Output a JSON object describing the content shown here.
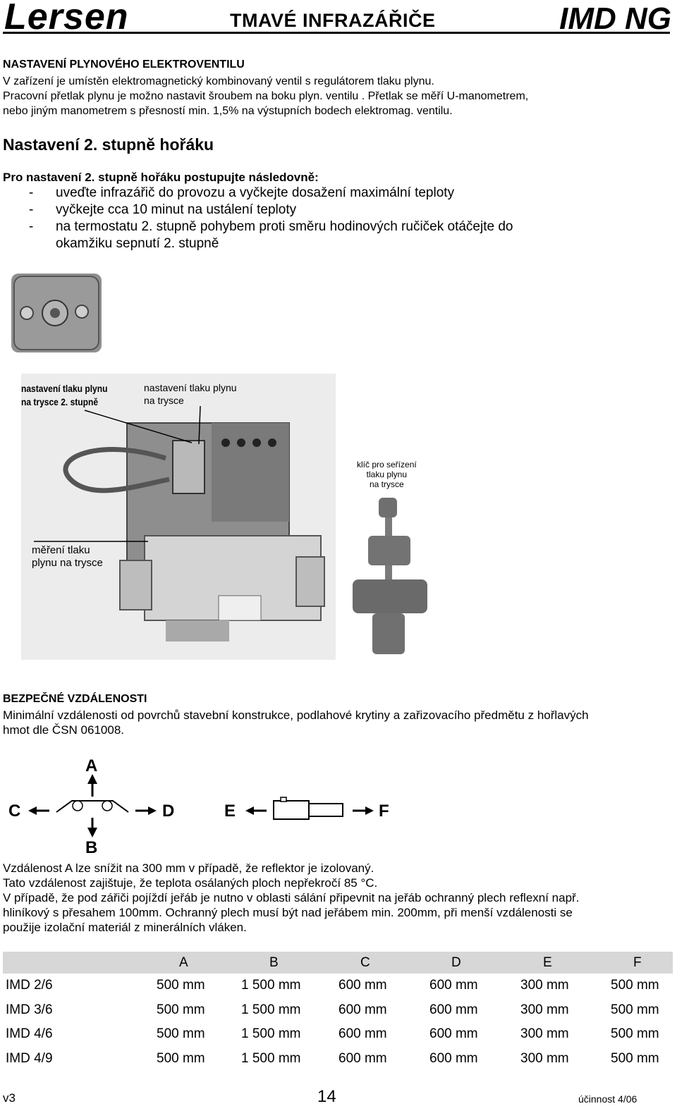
{
  "header": {
    "brand": "Lersen",
    "document_title": "TMAVÉ INFRAZÁŘIČE",
    "product": "IMD NG"
  },
  "gas_valve": {
    "heading": "NASTAVENÍ PLYNOVÉHO ELEKTROVENTILU",
    "lines": [
      "V zařízení je umístěn elektromagnetický kombinovaný ventil s regulátorem tlaku plynu.",
      "Pracovní přetlak plynu je možno nastavit šroubem na boku plyn. ventilu . Přetlak se měří U-manometrem,",
      "nebo jiným manometrem s přesností min. 1,5% na výstupních bodech elektromag. ventilu."
    ]
  },
  "stage2": {
    "heading": "Nastavení 2. stupně hořáku",
    "intro": "Pro nastavení 2. stupně hořáku postupujte následovně:",
    "dash": "-",
    "steps": [
      "uveďte infrazářič do provozu a vyčkejte dosažení maximální teploty",
      "vyčkejte cca 10 minut na ustálení teploty",
      "na termostatu 2. stupně pohybem proti směru hodinových ručiček otáčejte do okamžiku sepnutí 2. stupně"
    ]
  },
  "figure_labels": {
    "stage2_pressure": [
      "nastavení tlaku plynu",
      "na trysce 2. stupně"
    ],
    "nozzle_pressure": [
      "nastavení tlaku plynu",
      "na trysce"
    ],
    "key": [
      "klíč pro seřízení",
      "tlaku plynu",
      "na trysce"
    ],
    "measurement": [
      "měření tlaku",
      "plynu na trysce"
    ]
  },
  "safety": {
    "heading": "BEZPEČNÉ VZDÁLENOSTI",
    "lines": [
      "Minimální vzdálenosti od povrchů stavební konstrukce, podlahové krytiny a zařizovacího předmětu z hořlavých",
      "hmot dle ČSN 061008."
    ]
  },
  "diagram": {
    "A": "A",
    "B": "B",
    "C": "C",
    "D": "D",
    "E": "E",
    "F": "F"
  },
  "notes": [
    "Vzdálenost A lze snížit na 300 mm v případě, že reflektor je izolovaný.",
    "Tato vzdálenost zajištuje, že teplota osálaných ploch nepřekročí 85 °C.",
    "V případě, že pod zářiči pojíždí jeřáb je nutno v oblasti sálání připevnit na jeřáb ochranný plech reflexní např.",
    "hliníkový s přesahem 100mm. Ochranný plech musí být nad jeřábem min. 200mm, při menší vzdálenosti se",
    "použije izolační materiál z minerálních vláken."
  ],
  "table": {
    "headers": [
      "A",
      "B",
      "C",
      "D",
      "E",
      "F"
    ],
    "rows": [
      [
        "IMD 2/6",
        "500 mm",
        "1 500 mm",
        "600 mm",
        "600 mm",
        "300 mm",
        "500 mm"
      ],
      [
        "IMD 3/6",
        "500 mm",
        "1 500 mm",
        "600 mm",
        "600 mm",
        "300 mm",
        "500 mm"
      ],
      [
        "IMD 4/6",
        "500 mm",
        "1 500 mm",
        "600 mm",
        "600 mm",
        "300 mm",
        "500 mm"
      ],
      [
        "IMD 4/9",
        "500 mm",
        "1 500 mm",
        "600 mm",
        "600 mm",
        "300 mm",
        "500 mm"
      ]
    ]
  },
  "footer": {
    "version": "v3",
    "page": "14",
    "effective": "účinnost 4/06"
  }
}
